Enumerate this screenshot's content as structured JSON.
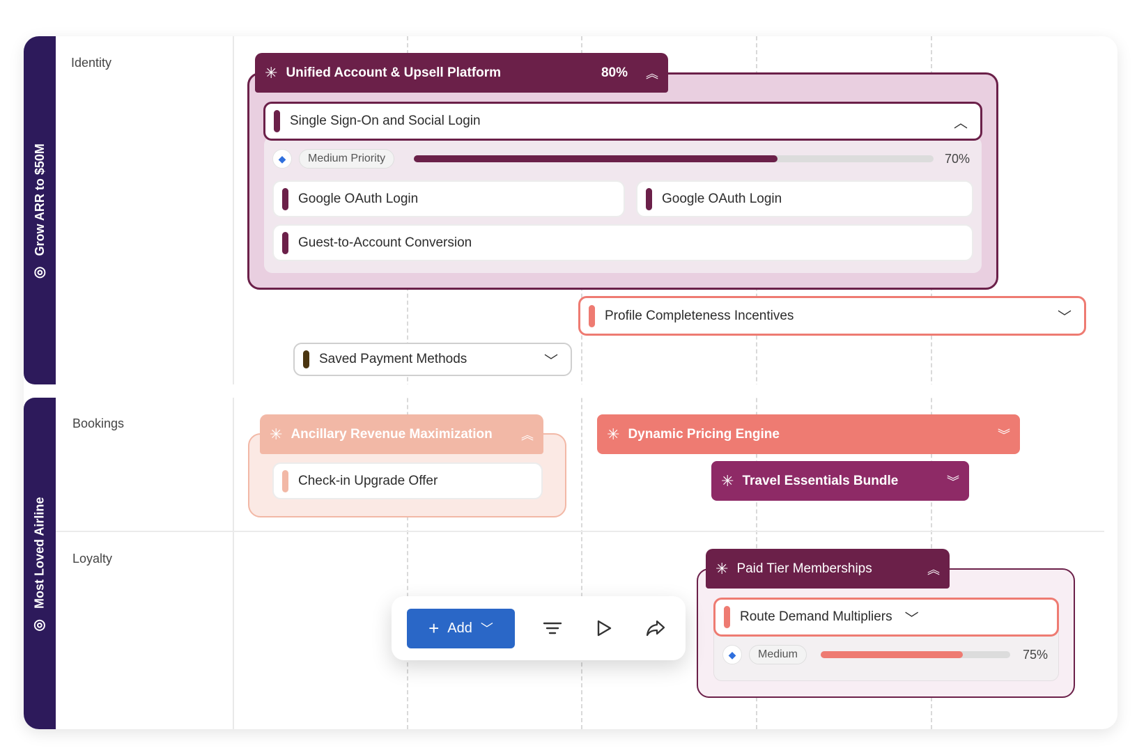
{
  "goals": [
    {
      "label": "Grow ARR to $50M",
      "icon": "target-icon"
    },
    {
      "label": "Most Loved Airline",
      "icon": "target-icon"
    }
  ],
  "lanes": [
    "Identity",
    "Bookings",
    "Loyalty"
  ],
  "colors": {
    "goal_bg": "#2d1a5b",
    "plum": "#6b2049",
    "peach": "#f2b8a6",
    "coral": "#ee7b72",
    "magenta": "#8e2a66",
    "blue": "#2a67c7"
  },
  "initiatives": {
    "unified": {
      "title": "Unified Account & Upsell Platform",
      "percent": "80%"
    },
    "ancillary": {
      "title": "Ancillary Revenue Maximization"
    },
    "dynamic": {
      "title": "Dynamic Pricing Engine"
    },
    "travel": {
      "title": "Travel Essentials Bundle"
    },
    "paid": {
      "title": "Paid Tier Memberships"
    }
  },
  "epics": {
    "sso": {
      "title": "Single Sign-On and Social Login",
      "priority": "Medium Priority",
      "percent": "70%",
      "progress": 0.7
    },
    "google1": {
      "title": "Google OAuth Login"
    },
    "google2": {
      "title": "Google OAuth Login"
    },
    "guest": {
      "title": "Guest-to-Account Conversion"
    },
    "profile": {
      "title": "Profile Completeness Incentives"
    },
    "saved": {
      "title": "Saved Payment Methods"
    },
    "checkin": {
      "title": "Check-in Upgrade Offer"
    },
    "route": {
      "title": "Route Demand Multipliers",
      "priority": "Medium",
      "percent": "75%",
      "progress": 0.75
    }
  },
  "toolbar": {
    "add_label": "Add"
  }
}
